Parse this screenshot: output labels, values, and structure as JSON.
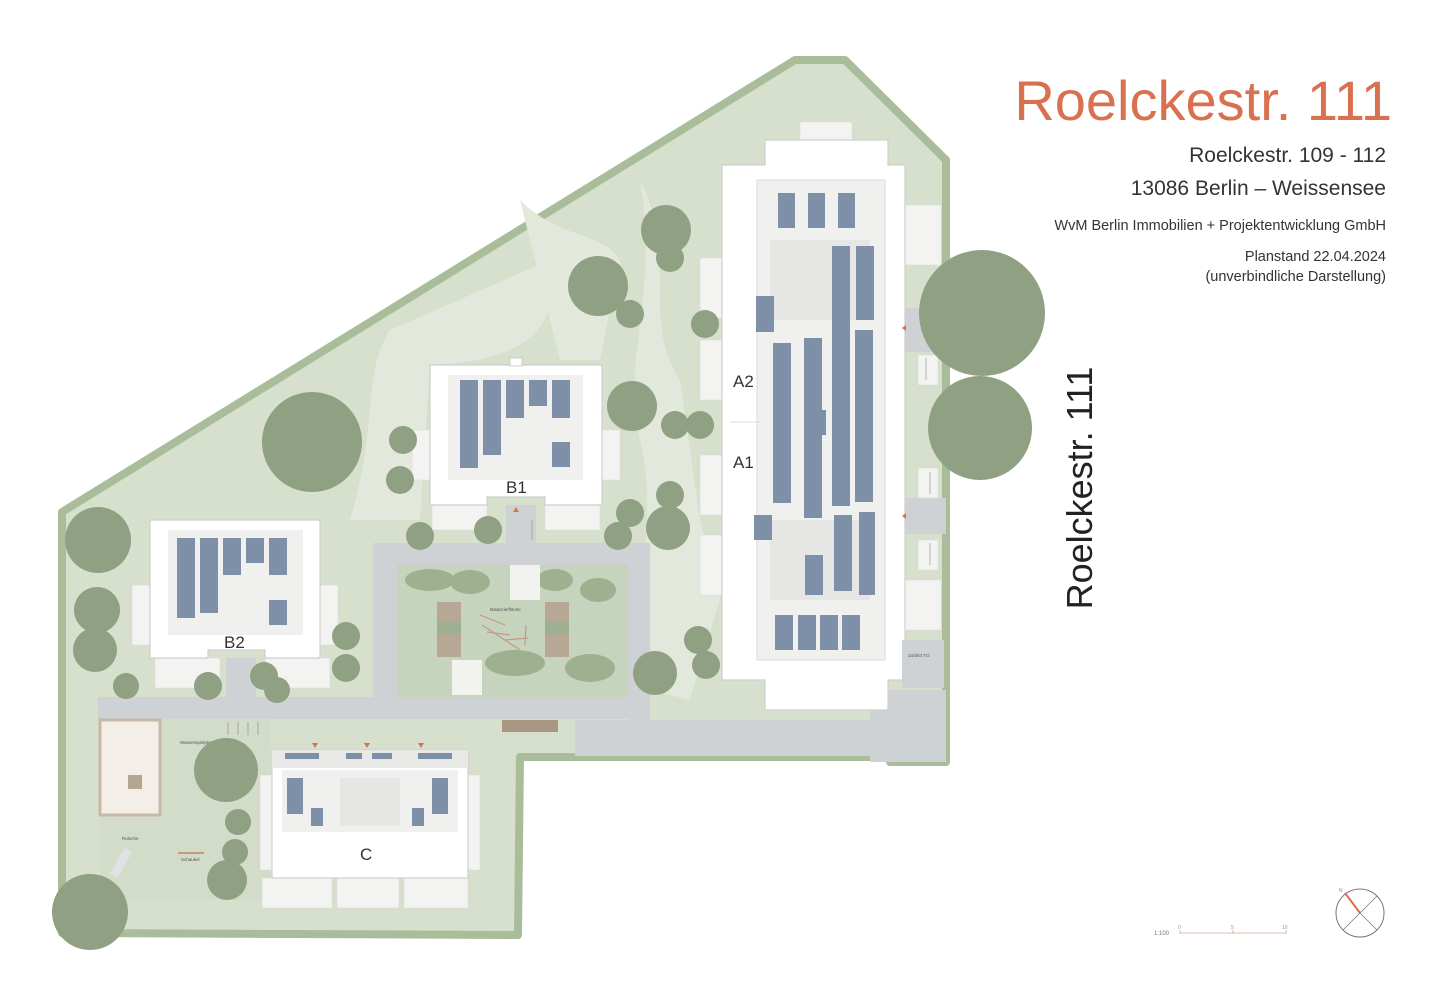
{
  "header": {
    "title": "Roelckestr. 111",
    "address_line1": "Roelckestr. 109 - 112",
    "address_line2": "13086 Berlin – Weissensee",
    "developer": "WvM Berlin Immobilien + Projektentwicklung GmbH",
    "plan_date": "Planstand  22.04.2024",
    "disclaimer": "(unverbindliche Darstellung)"
  },
  "street_label": "Roelckestr. 111",
  "buildings": [
    {
      "id": "A2",
      "label": "A2"
    },
    {
      "id": "A1",
      "label": "A1"
    },
    {
      "id": "B1",
      "label": "B1"
    },
    {
      "id": "B2",
      "label": "B2"
    },
    {
      "id": "C",
      "label": "C"
    }
  ],
  "site_labels": {
    "playground_water": "Wasserspielplatz",
    "slide": "Rutsche",
    "swing": "Schaukel",
    "balance": "Balancierfläche",
    "garage_access": "Zufahrt TG"
  },
  "scale_bar": {
    "ratio": "1:100",
    "ticks": [
      "0",
      "5",
      "10"
    ]
  },
  "compass": {
    "north_label": "N"
  },
  "colors": {
    "title": "#d9704f",
    "grass": "#d6e0cd",
    "boundary": "#a9bd9b",
    "tree": "#8fa083",
    "path": "#cfd2d4",
    "solar_panel": "#7d90a8",
    "building": "#ffffff"
  }
}
